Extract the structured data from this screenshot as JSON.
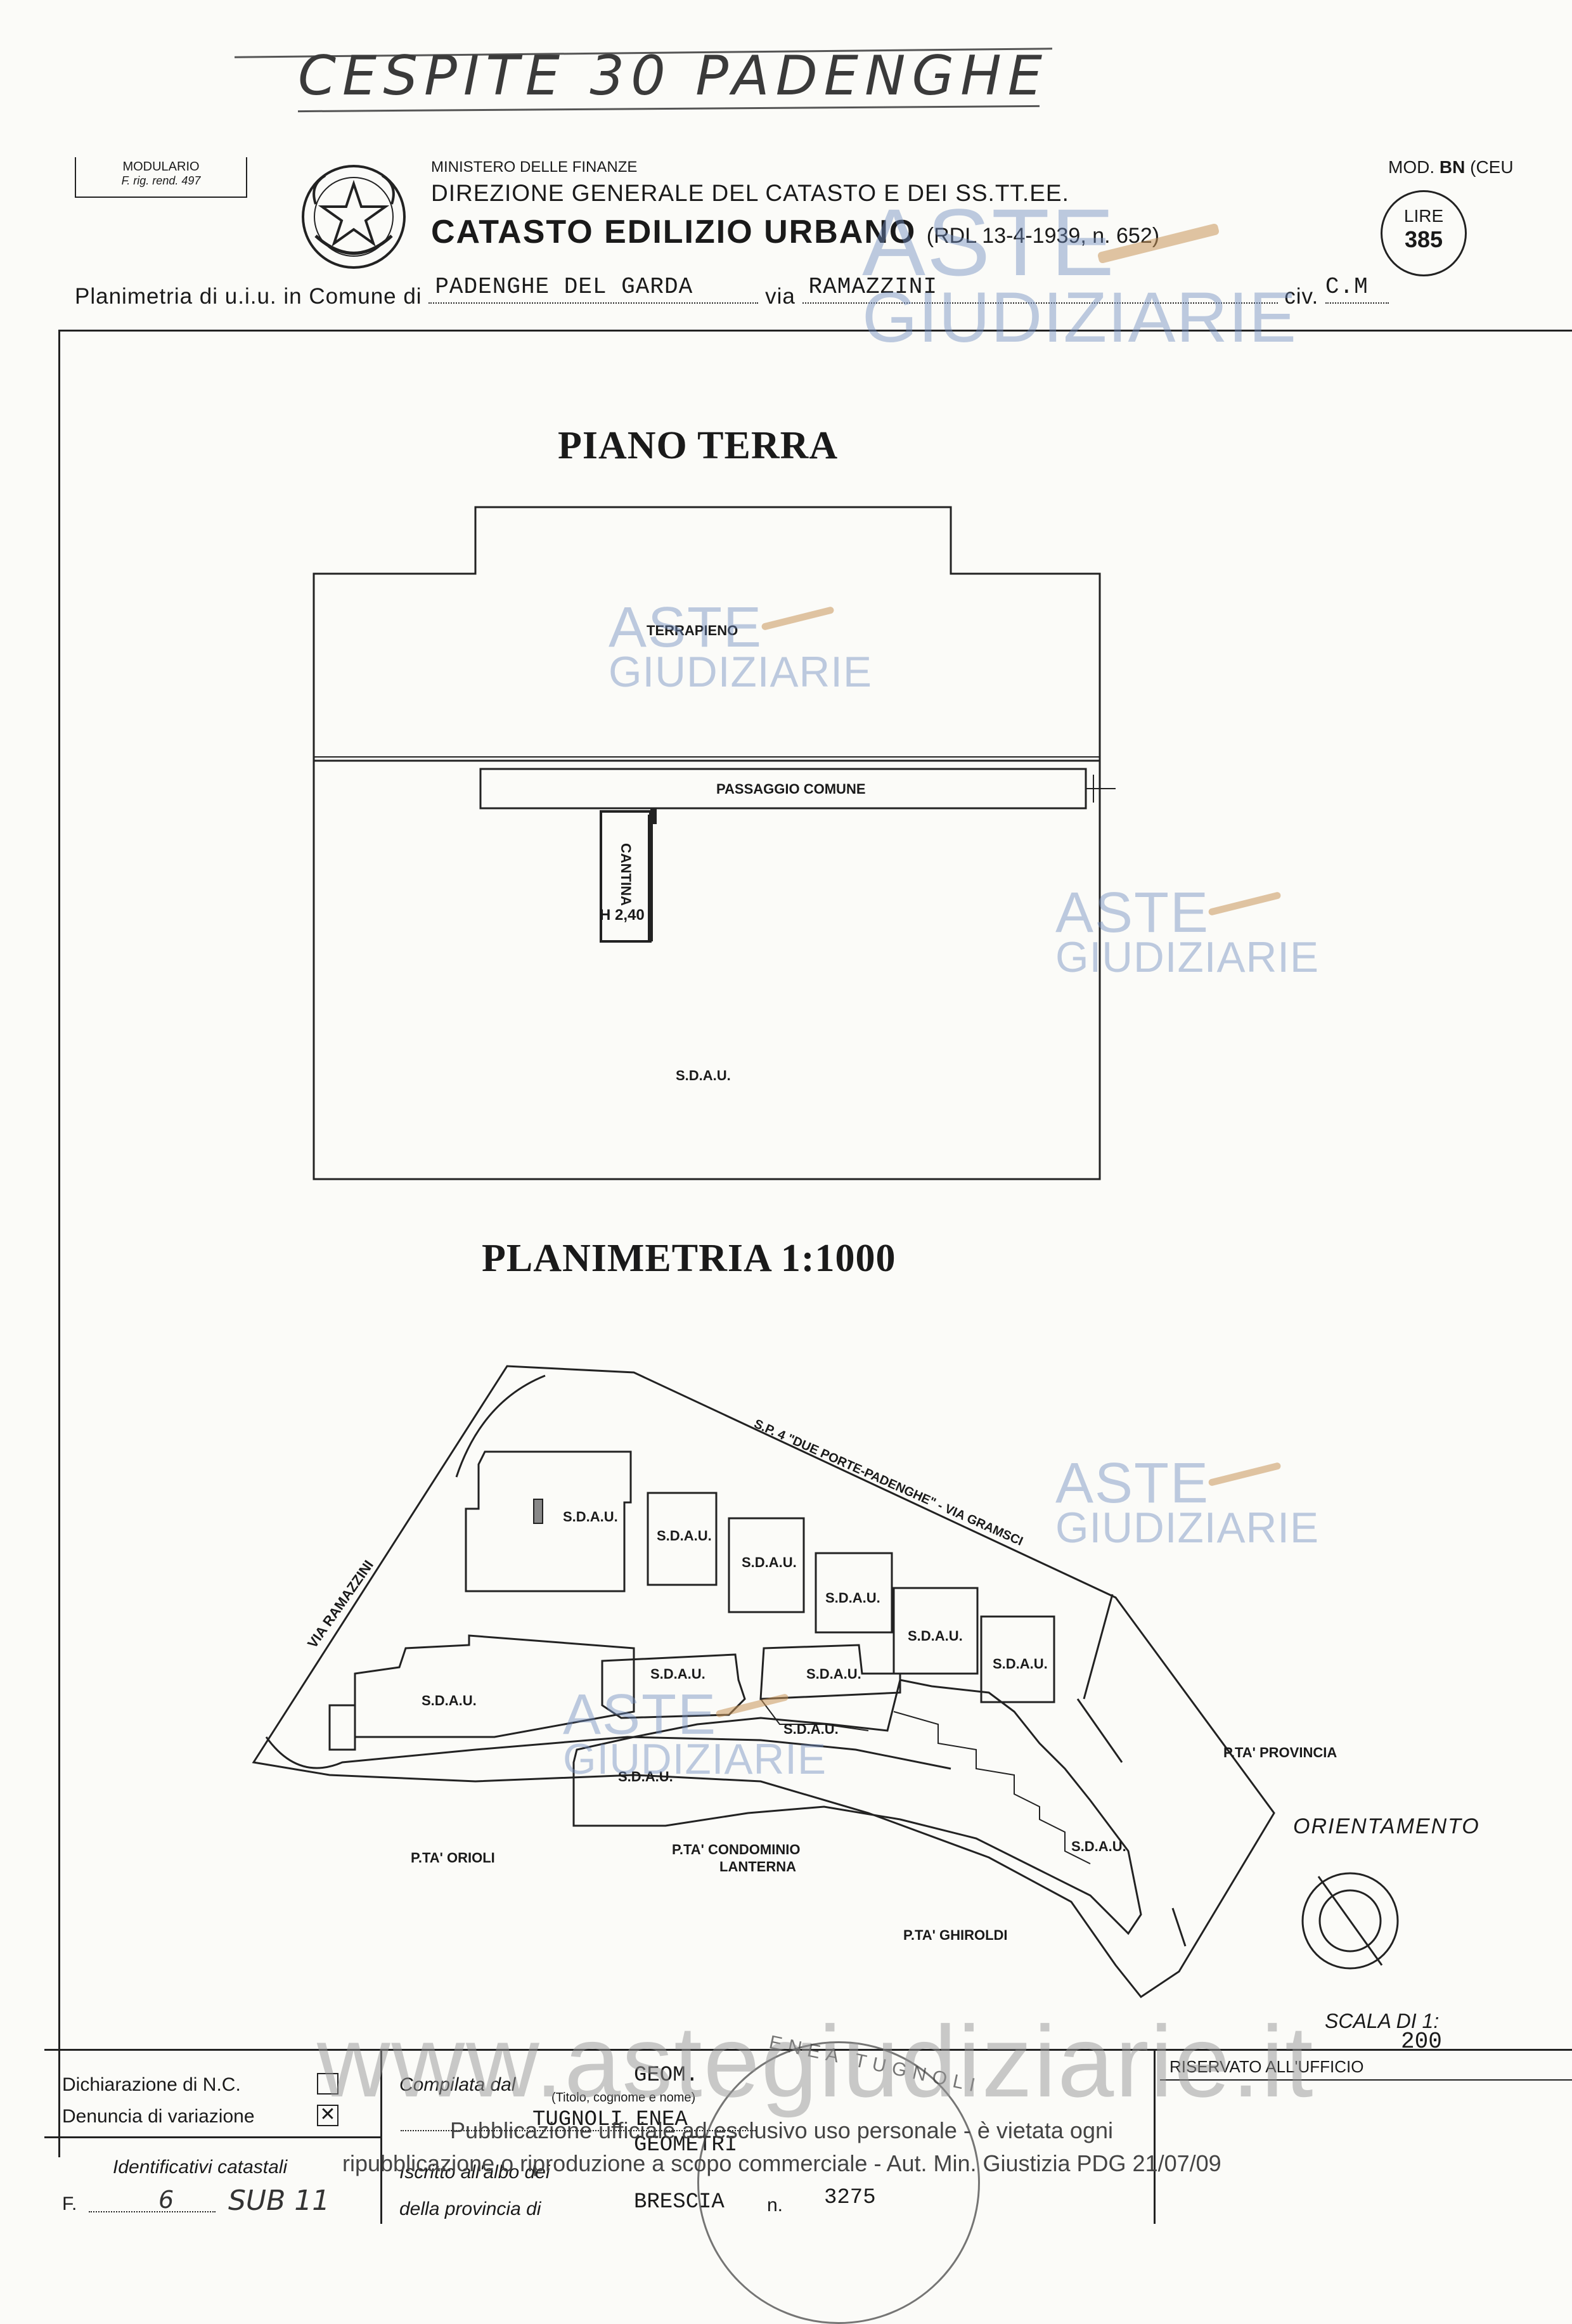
{
  "header": {
    "handwritten_title": "CESPITE 30 PADENGHE",
    "modulario_line1": "MODULARIO",
    "modulario_line2": "F. rig. rend. 497",
    "ministry": "MINISTERO DELLE FINANZE",
    "direzione": "DIREZIONE GENERALE DEL CATASTO E DEI SS.TT.EE.",
    "catasto": "CATASTO EDILIZIO URBANO",
    "catasto_law": "(RDL 13-4-1939, n. 652)",
    "mod_prefix": "MOD.",
    "mod_code": "BN",
    "mod_suffix": "(CEU",
    "lire_label": "LIRE",
    "lire_value": "385",
    "planimetria_prefix": "Planimetria di u.i.u. in Comune di",
    "comune": "PADENGHE DEL GARDA",
    "via_label": "via",
    "via": "RAMAZZINI",
    "civ_label": "civ.",
    "civ_value": "C.M"
  },
  "watermark": {
    "line1": "ASTE",
    "line2": "GIUDIZIARIE"
  },
  "floor_plan": {
    "title": "PIANO TERRA",
    "terrapieno": "TERRAPIENO",
    "passaggio": "PASSAGGIO COMUNE",
    "cantina": "CANTINA",
    "height": "H 2,40",
    "sdau": "S.D.A.U."
  },
  "site_plan": {
    "title": "PLANIMETRIA 1:1000",
    "road": "S.P. 4 \"DUE PORTE-PADENGHE\" - VIA GRAMSCI",
    "via_ramazzini": "VIA RAMAZZINI",
    "sdau": "S.D.A.U.",
    "pta_provincia": "P.TA' PROVINCIA",
    "pta_orioli": "P.TA' ORIOLI",
    "pta_condominio": "P.TA' CONDOMINIO",
    "lanterna": "LANTERNA",
    "pta_ghiroldi": "P.TA' GHIROLDI",
    "orientamento": "ORIENTAMENTO",
    "scala_label": "SCALA DI 1:",
    "scala_value": "200"
  },
  "footer": {
    "dichiarazione": "Dichiarazione di N.C.",
    "denuncia": "Denuncia di variazione",
    "identificativi": "Identificativi catastali",
    "foglio_label": "F.",
    "foglio_value": "6",
    "sub_value": "SUB 11",
    "compilata": "Compilata dal",
    "titolo_note": "(Titolo, cognome e nome)",
    "geom": "GEOM.",
    "name": "TUGNOLI ENEA",
    "geometri": "GEOMETRI",
    "iscritto": "Iscritto all'albo dei",
    "provincia_label": "della provincia di",
    "provincia": "BRESCIA",
    "numero_label": "n.",
    "numero": "3275",
    "riservato": "RISERVATO ALL'UFFICIO",
    "website": "www.astegiudiziarie.it",
    "disclaimer1": "Pubblicazione ufficiale ad esclusivo uso personale - è vietata ogni",
    "disclaimer2": "ripubblicazione o riproduzione a scopo commerciale - Aut. Min. Giustizia PDG 21/07/09",
    "stamp_text": "ENEA TUGNOLI"
  }
}
